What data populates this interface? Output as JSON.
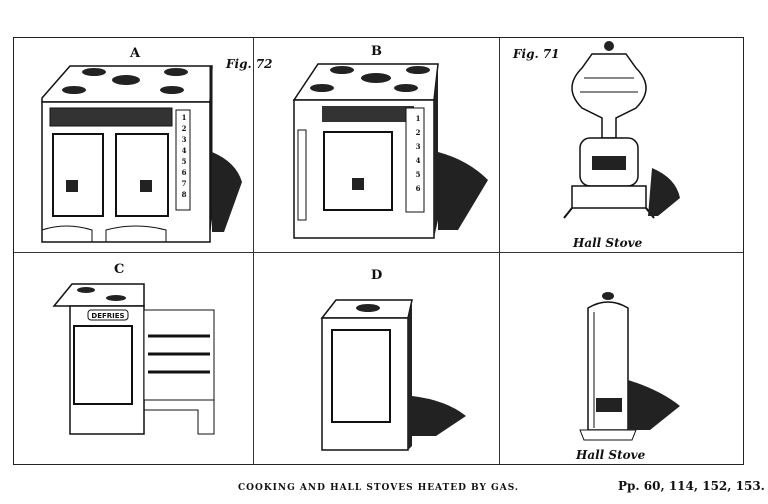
{
  "panels": {
    "a": {
      "label": "A",
      "fig": "Fig. 72"
    },
    "b": {
      "label": "B"
    },
    "c": {
      "label": "C",
      "plate_text": "DEFRIES"
    },
    "d": {
      "label": "D"
    },
    "hall_upper": {
      "fig": "Fig. 71",
      "caption": "Hall Stove"
    },
    "hall_lower": {
      "caption": "Hall Stove"
    }
  },
  "oven_dial_a": [
    "1",
    "2",
    "3",
    "4",
    "5",
    "6",
    "7",
    "8"
  ],
  "oven_dial_b": [
    "1",
    "2",
    "3",
    "4",
    "5",
    "6"
  ],
  "footer": {
    "title": "COOKING AND HALL STOVES HEATED BY GAS.",
    "pages": "Pp. 60, 114, 152, 153."
  }
}
